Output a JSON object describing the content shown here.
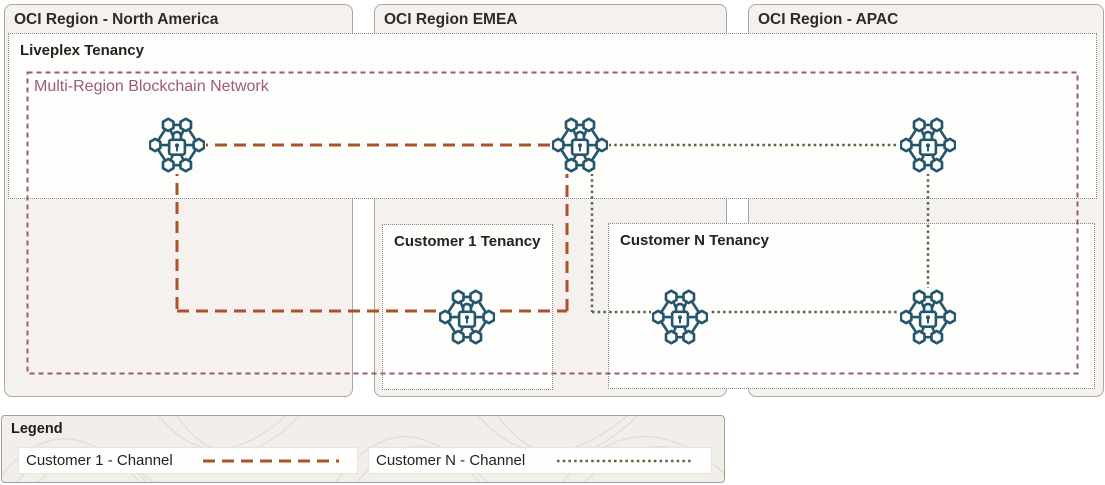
{
  "regions": [
    {
      "id": "north-america",
      "label": "OCI Region - North America"
    },
    {
      "id": "emea",
      "label": "OCI Region EMEA"
    },
    {
      "id": "apac",
      "label": "OCI Region - APAC"
    }
  ],
  "tenancies": {
    "liveplex": {
      "label": "Liveplex Tenancy"
    },
    "customer1": {
      "label": "Customer 1 Tenancy"
    },
    "customerN": {
      "label": "Customer N Tenancy"
    }
  },
  "network": {
    "label": "Multi-Region Blockchain Network",
    "color": "#9a5a6f",
    "dash": "5 4",
    "width": "2"
  },
  "channels": {
    "customer1": {
      "label": "Customer 1 - Channel",
      "color": "#ad5226",
      "dash": "12 7",
      "width": "3"
    },
    "customerN": {
      "label": "Customer N - Channel",
      "color": "#4f6a3f",
      "dash": "2.5 3.2",
      "width": "2.5"
    }
  },
  "legend": {
    "title": "Legend"
  },
  "nodes": {
    "icon": "blockchain-lock-icon",
    "color": "#25566b",
    "count": 6,
    "placements": [
      "liveplex-north-america",
      "liveplex-emea",
      "liveplex-apac",
      "customer1-tenancy-emea",
      "customerN-tenancy-emea",
      "customerN-tenancy-apac"
    ]
  },
  "colors": {
    "region_bg": "#f4f1ee",
    "box_bg": "#fdfdfc",
    "region_border": "#aca79e",
    "dotted_border": "#8d8a84",
    "title_text": "#2e2b28"
  }
}
